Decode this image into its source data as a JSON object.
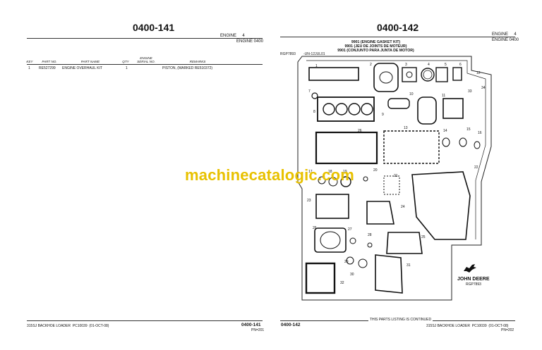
{
  "left_page": {
    "page_number": "0400-141",
    "section_right": "ENGINE",
    "section_num": "4",
    "subtitle": "ENGINE 0400",
    "columns": [
      "KEY",
      "PART NO.",
      "PART NAME",
      "QTY",
      "ENGINE SERIAL NO.",
      "REMARKS"
    ],
    "rows": [
      {
        "key": "1",
        "part_no": "RE527299",
        "part_name": "ENGINE OVERHAUL KIT",
        "qty": "1",
        "serial": "",
        "remarks": "PISTON, (MARKED RE510372)"
      }
    ],
    "footer_left": "315SJ BACKHOE LOADER",
    "footer_pc": "PC10039",
    "footer_date": "(01-OCT-08)",
    "footer_pn": "0400-141",
    "footer_sub": "PN=201"
  },
  "right_page": {
    "page_number": "0400-142",
    "section_right": "ENGINE",
    "section_num": "4",
    "subtitle": "ENGINE 0400",
    "figure_id": "RGP7893",
    "figure_ref": "-UN-12JUL01",
    "kit_title": [
      "9901 (ENGINE GASKET KIT)",
      "9901 (JEU DE JOINTS DE MOTEUR)",
      "9901 (CONJUNTO PARA JUNTA DE MOTOR)"
    ],
    "brand": "JOHN DEERE",
    "brand_code": "RGP7893",
    "callouts": [
      "1",
      "2",
      "3",
      "4",
      "5",
      "6",
      "7",
      "8",
      "9",
      "10",
      "11",
      "12",
      "13",
      "14",
      "15",
      "16",
      "17",
      "18",
      "19",
      "20",
      "21",
      "22",
      "23",
      "24",
      "25",
      "26",
      "27",
      "28",
      "29",
      "30",
      "31",
      "32",
      "33",
      "34"
    ],
    "continued": "THIS PARTS LISTING IS CONTINUED",
    "footer_pn": "0400-142",
    "footer_left": "315SJ BACKHOE LOADER",
    "footer_pc": "PC10039",
    "footer_date": "(01-OCT-08)",
    "footer_sub": "PN=202"
  },
  "watermark": "machinecatalogic.com",
  "colors": {
    "watermark": "#e8c100"
  }
}
